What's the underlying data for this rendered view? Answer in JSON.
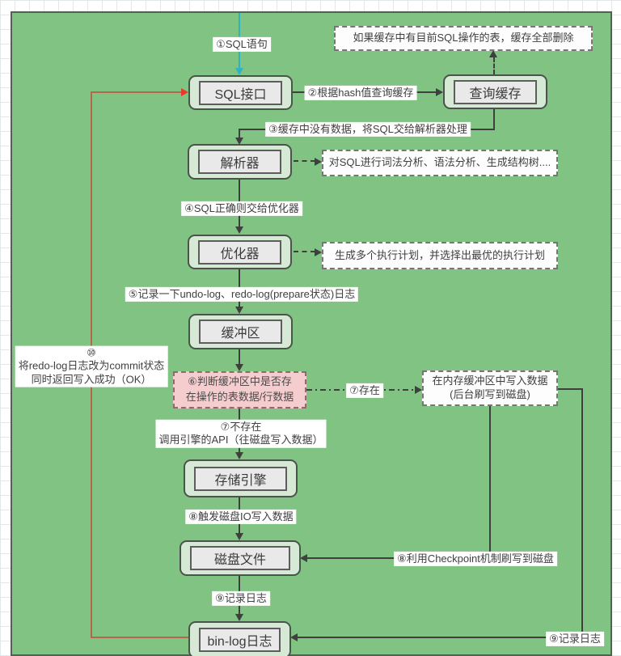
{
  "nodes": {
    "sql_interface": "SQL接口",
    "query_cache": "查询缓存",
    "parser": "解析器",
    "optimizer": "优化器",
    "buffer": "缓冲区",
    "storage_engine": "存储引擎",
    "disk_file": "磁盘文件",
    "binlog": "bin-log日志"
  },
  "decision": {
    "line1": "⑥判断缓冲区中是否存",
    "line2": "在操作的表数据/行数据"
  },
  "notes": {
    "cache_delete": "如果缓存中有目前SQL操作的表，缓存全部删除",
    "parse_note": "对SQL进行词法分析、语法分析、生成结构树....",
    "optimize_note": "生成多个执行计划，并选择出最优的执行计划",
    "memory_write_line1": "在内存缓冲区中写入数据",
    "memory_write_line2": "(后台刷写到磁盘)"
  },
  "steps": {
    "s1": "①SQL语句",
    "s2": "②根据hash值查询缓存",
    "s3": "③缓存中没有数据，将SQL交给解析器处理",
    "s4": "④SQL正确则交给优化器",
    "s5": "⑤记录一下undo-log、redo-log(prepare状态)日志",
    "s7_exist": "⑦存在",
    "s7_not_exist_line1": "⑦不存在",
    "s7_not_exist_line2": "调用引擎的API（往磁盘写入数据）",
    "s8_io": "⑧触发磁盘IO写入数据",
    "s8_checkpoint": "⑧利用Checkpoint机制刷写到磁盘",
    "s9_log": "⑨记录日志",
    "s9_log_right": "⑨记录日志",
    "s10_line1": "⑩",
    "s10_line2": "将redo-log日志改为commit状态",
    "s10_line3": "同时返回写入成功（OK）"
  },
  "colors": {
    "canvas_green": "#80c383",
    "node_fill": "#d6e9d5",
    "node_inner_fill": "#e9e9e9",
    "decision_pink": "#f6cdce",
    "connector_dark": "#3f3f3f",
    "teal_arrow": "#2fb3c4",
    "red_return_line": "#b5674d",
    "red_arrowhead": "#e8392e"
  }
}
